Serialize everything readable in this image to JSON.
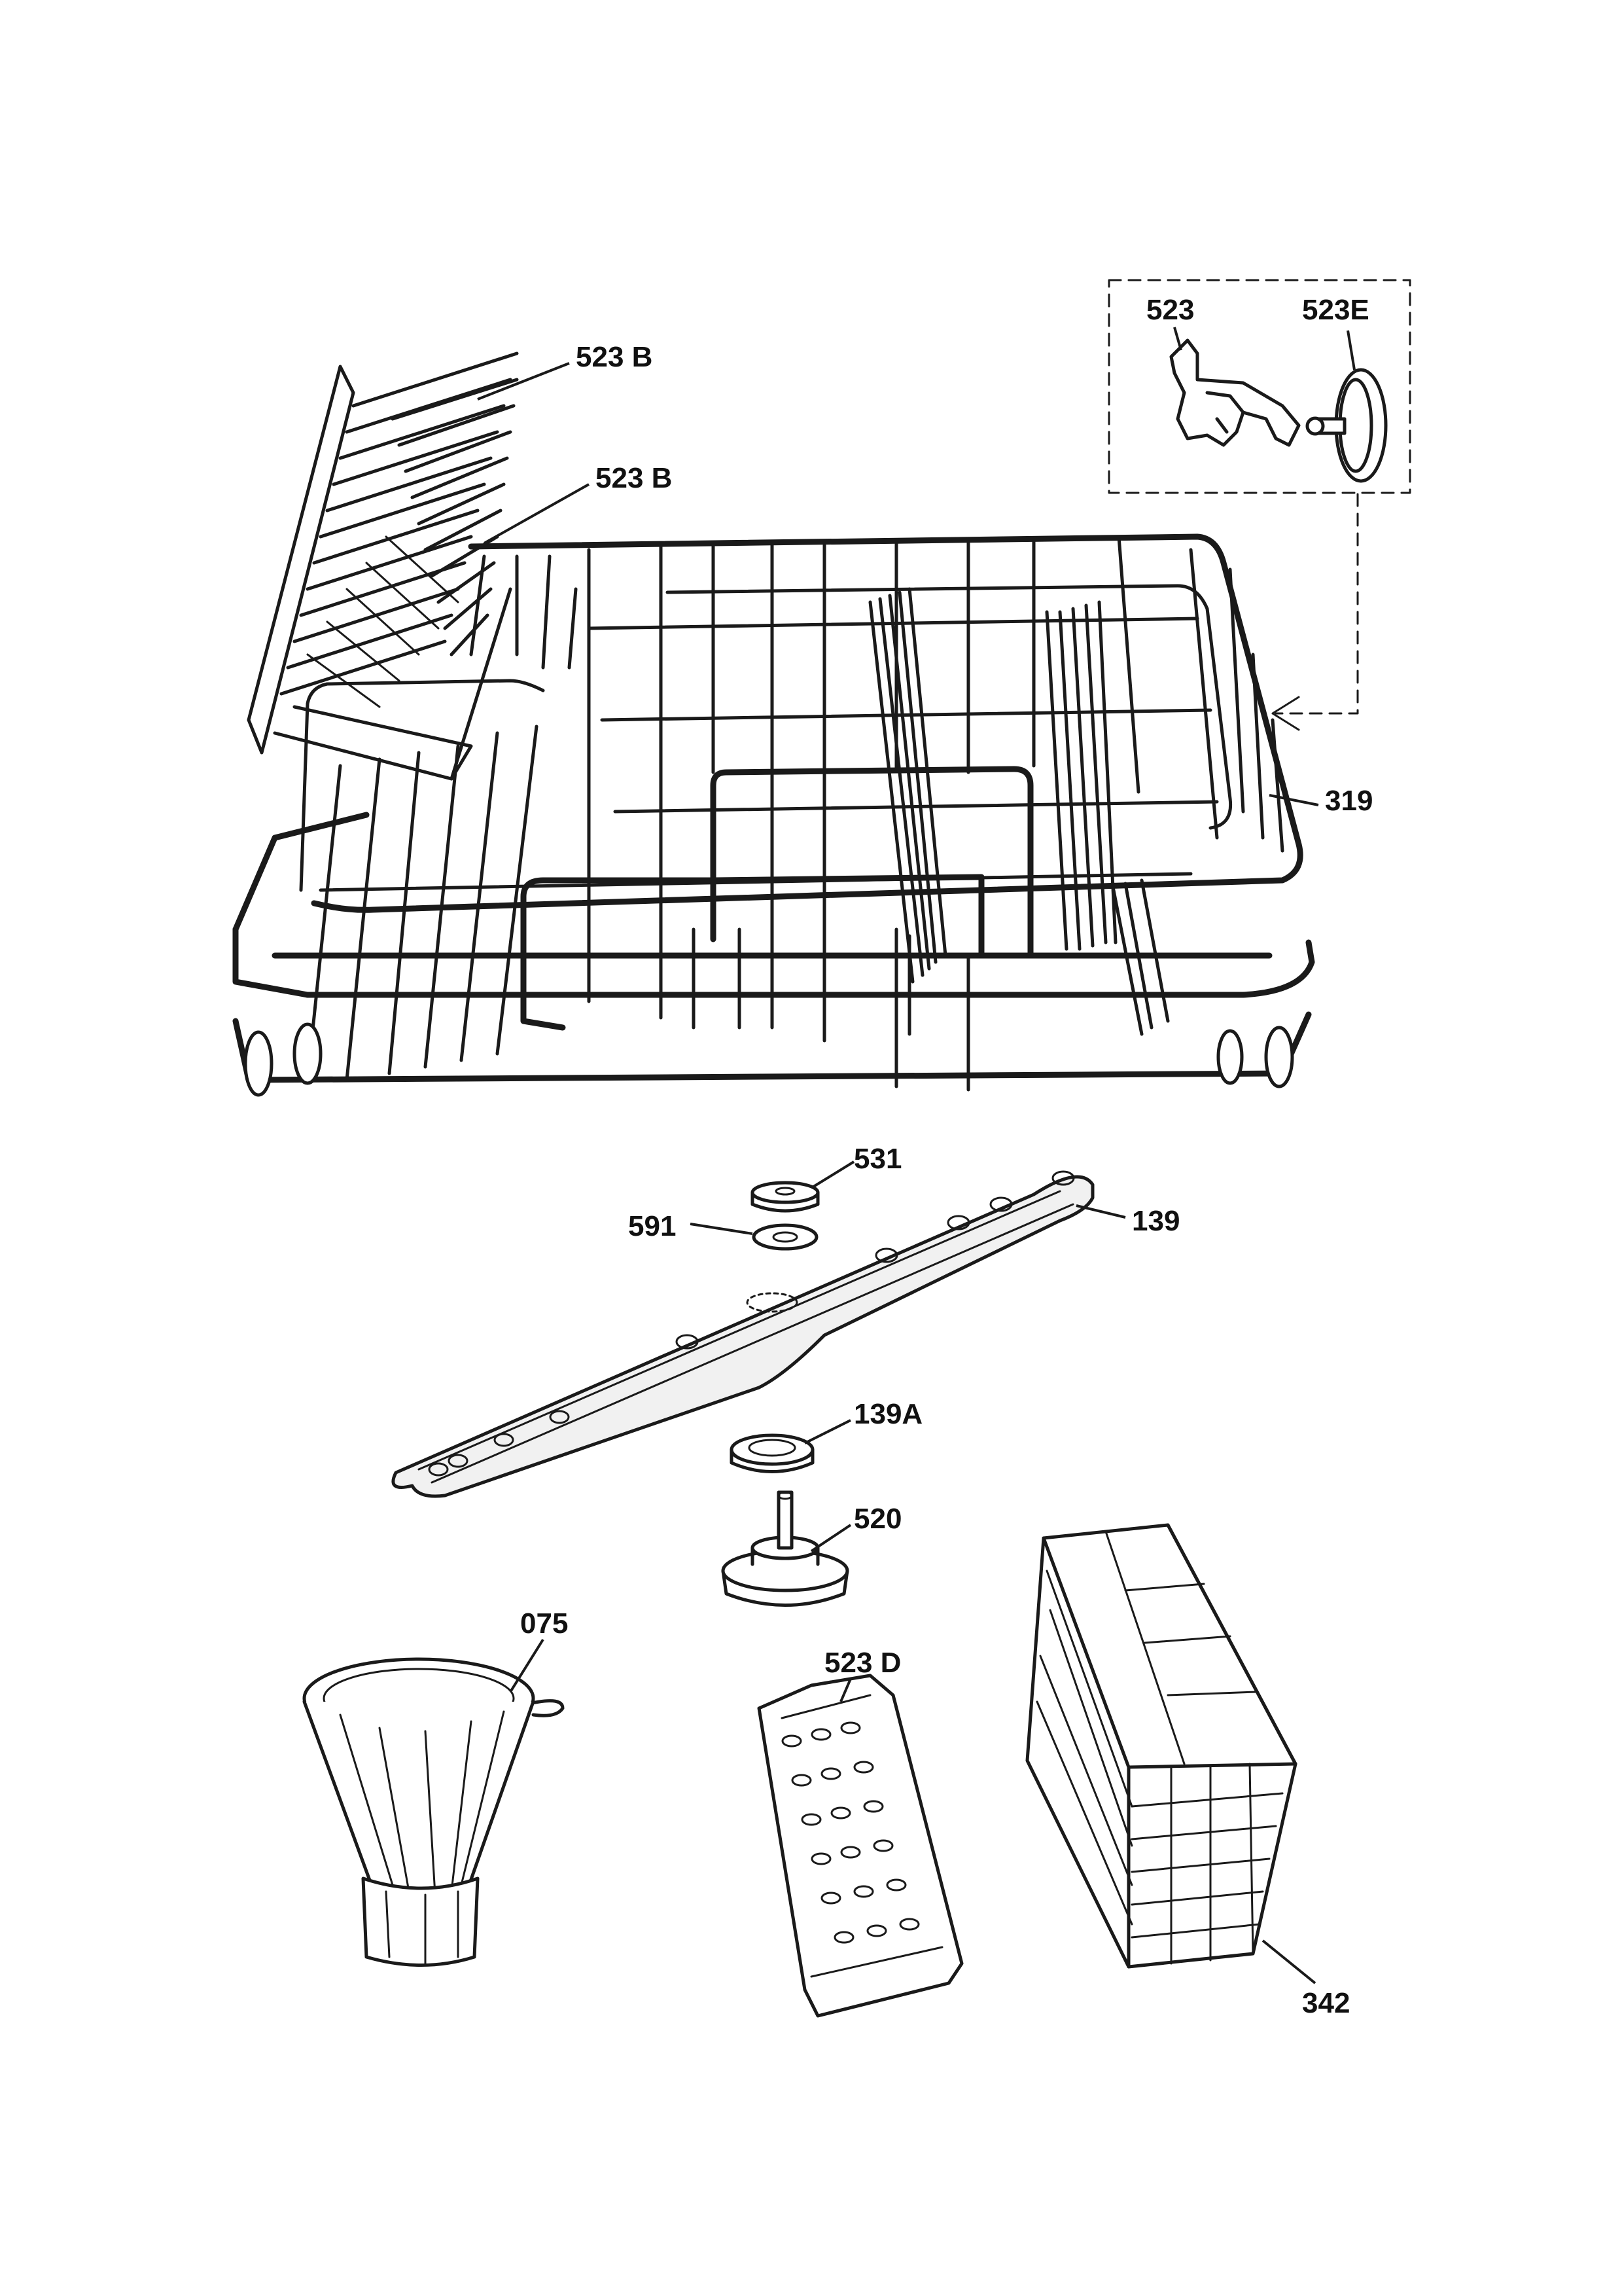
{
  "diagram": {
    "labels": {
      "p523b_top": "523 B",
      "p523b_bottom": "523 B",
      "p523": "523",
      "p523e": "523E",
      "p319": "319",
      "p531": "531",
      "p591": "591",
      "p139": "139",
      "p139a": "139A",
      "p520": "520",
      "p075": "075",
      "p523d": "523 D",
      "p342": "342"
    },
    "colors": {
      "ink": "#1a1a1a",
      "paper": "#ffffff"
    }
  }
}
